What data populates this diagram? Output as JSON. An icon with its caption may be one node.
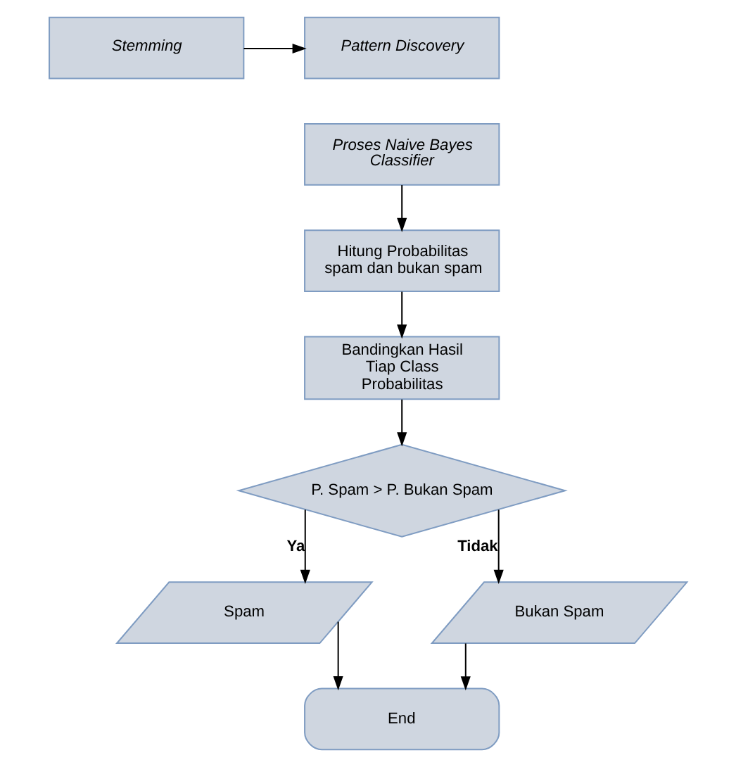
{
  "diagram": {
    "nodes": [
      {
        "text": [
          "Stemming"
        ]
      },
      {
        "text": [
          "Pattern Discovery"
        ]
      },
      {
        "text": [
          "Proses Naive Bayes Classifier"
        ]
      },
      {
        "text": [
          "Hitung Probabilitas spam dan bukan spam"
        ]
      },
      {
        "text": [
          "Bandingkan Hasil Tiap Class Probabilitas"
        ]
      },
      {
        "text": [
          "P. Spam > P. Bukan Spam"
        ]
      },
      {
        "text": [
          "Spam"
        ]
      },
      {
        "text": [
          "Bukan Spam"
        ]
      },
      {
        "text": [
          "End"
        ]
      }
    ],
    "edges": [
      {
        "from": 0,
        "to": 1,
        "arrow": "to"
      },
      {
        "from": 2,
        "to": 3,
        "arrow": "to"
      },
      {
        "from": 3,
        "to": 4,
        "arrow": "to"
      },
      {
        "from": 4,
        "to": 5,
        "arrow": "to"
      },
      {
        "from": 5,
        "to": 6,
        "label": "Ya",
        "arrow": "to"
      },
      {
        "from": 5,
        "to": 7,
        "label": "Tidak",
        "arrow": "to"
      },
      {
        "from": 6,
        "to": 8,
        "arrow": "to"
      },
      {
        "from": 7,
        "to": 8,
        "arrow": "to"
      }
    ]
  }
}
